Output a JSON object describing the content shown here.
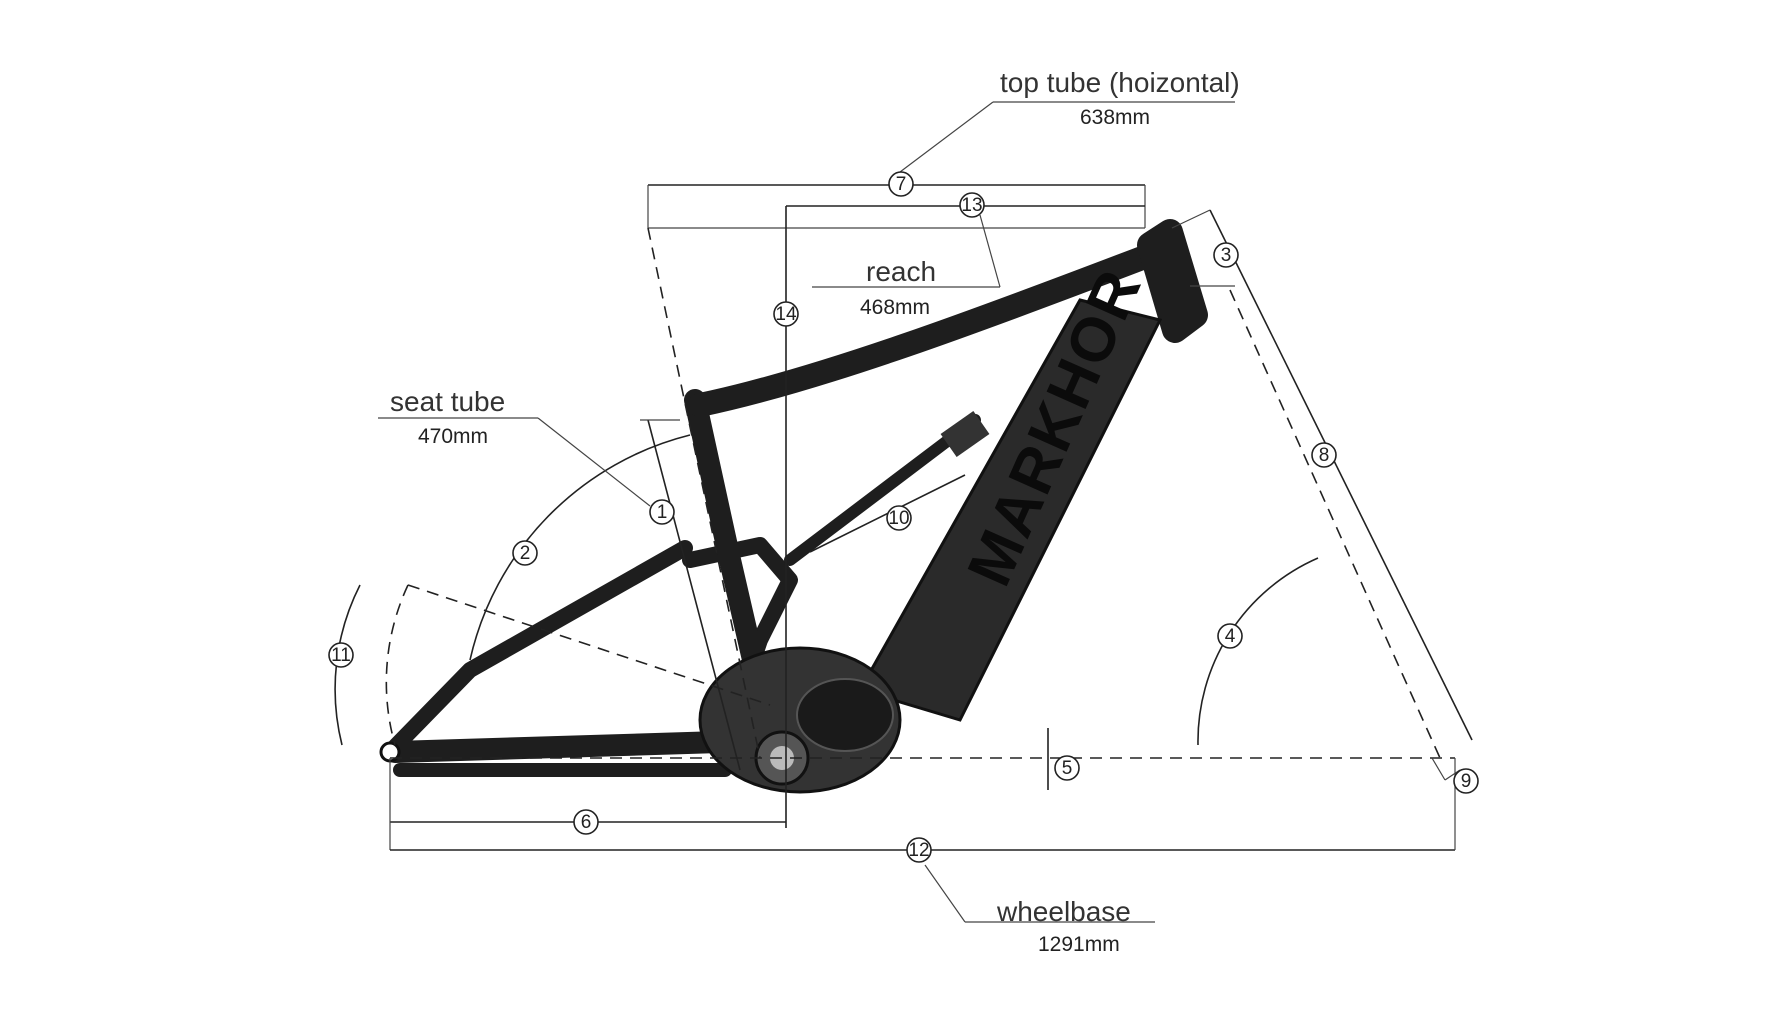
{
  "callouts": {
    "top_tube": {
      "title": "top tube (hoizontal)",
      "value": "638mm"
    },
    "reach": {
      "title": "reach",
      "value": "468mm"
    },
    "seat_tube": {
      "title": "seat tube",
      "value": "470mm"
    },
    "wheelbase": {
      "title": "wheelbase",
      "value": "1291mm"
    }
  },
  "markers": [
    "1",
    "2",
    "3",
    "4",
    "5",
    "6",
    "7",
    "8",
    "9",
    "10",
    "11",
    "12",
    "13",
    "14"
  ],
  "frame": {
    "brand_logo": "MARKHOR",
    "color": "#1e1e1e"
  }
}
